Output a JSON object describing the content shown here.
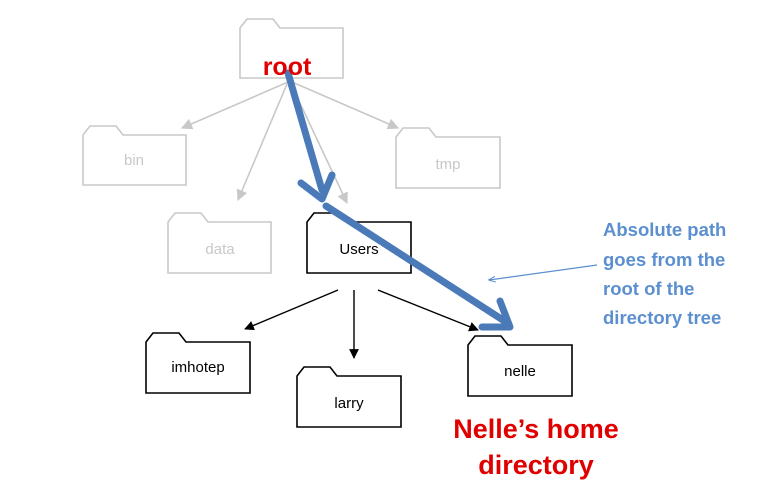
{
  "folders": {
    "root": "root",
    "bin": "bin",
    "tmp": "tmp",
    "data": "data",
    "users": "Users",
    "imhotep": "imhotep",
    "larry": "larry",
    "nelle": "nelle"
  },
  "annotations": {
    "absolute_path": [
      "Absolute path",
      "goes from the",
      "root of the",
      "directory tree"
    ],
    "home_directory": [
      "Nelle’s home",
      "directory"
    ]
  },
  "colors": {
    "faded": "#c8c8c8",
    "active": "#000000",
    "path_arrow": "#4a7ab8",
    "annotation_blue": "#5b8fd0",
    "highlight_red": "#e00000"
  }
}
